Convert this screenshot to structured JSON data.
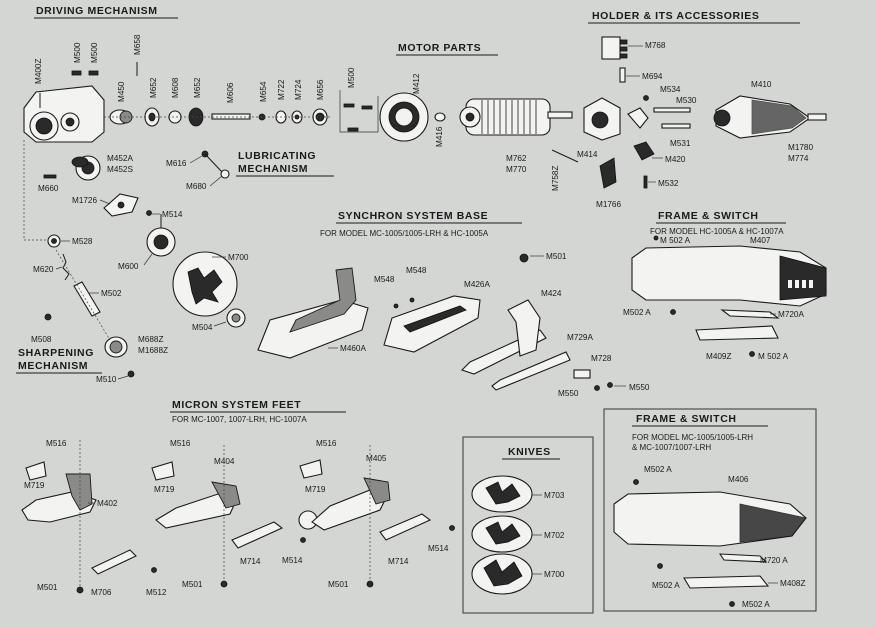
{
  "sections": {
    "driving_mechanism": "DRIVING MECHANISM",
    "motor_parts": "MOTOR PARTS",
    "holder_accessories": "HOLDER & ITS ACCESSORIES",
    "lubricating_1": "LUBRICATING",
    "lubricating_2": "MECHANISM",
    "sharpening_1": "SHARPENING",
    "sharpening_2": "MECHANISM",
    "synchron_base": "SYNCHRON SYSTEM BASE",
    "synchron_sub": "FOR MODEL MC-1005/1005-LRH & HC-1005A",
    "frame_switch_1": "FRAME & SWITCH",
    "frame_switch_1_sub": "FOR MODEL HC-1005A & HC-1007A",
    "micron_feet": "MICRON SYSTEM FEET",
    "micron_sub": "FOR MC-1007, 1007-LRH, HC-1007A",
    "knives": "KNIVES",
    "frame_switch_2": "FRAME & SWITCH",
    "frame_switch_2_sub1": "FOR MODEL MC-1005/1005-LRH",
    "frame_switch_2_sub2": "& MC-1007/1007-LRH"
  },
  "labels": {
    "M400Z": "M400Z",
    "M500a": "M500",
    "M500b": "M500",
    "M658": "M658",
    "M450": "M450",
    "M652a": "M652",
    "M608": "M608",
    "M652b": "M652",
    "M606": "M606",
    "M654": "M654",
    "M722": "M722",
    "M724": "M724",
    "M656": "M656",
    "M500c": "M500",
    "M412": "M412",
    "M416": "M416",
    "M762": "M762",
    "M770": "M770",
    "M758Z": "M758Z",
    "M414": "M414",
    "M768": "M768",
    "M694": "M694",
    "M534": "M534",
    "M530": "M530",
    "M410": "M410",
    "M531": "M531",
    "M420": "M420",
    "M532": "M532",
    "M1766": "M1766",
    "M1780": "M1780",
    "M774": "M774",
    "M616": "M616",
    "M680": "M680",
    "M452A": "M452A",
    "M452S": "M452S",
    "M660": "M660",
    "M1726": "M1726",
    "M514a": "M514",
    "M528": "M528",
    "M600": "M600",
    "M700a": "M700",
    "M620": "M620",
    "M502": "M502",
    "M508": "M508",
    "M504": "M504",
    "M688Z": "M688Z",
    "M1688Z": "M1688Z",
    "M510": "M510",
    "M548a": "M548",
    "M548b": "M548",
    "M426A": "M426A",
    "M424": "M424",
    "M501a": "M501",
    "M460A": "M460A",
    "M729A": "M729A",
    "M728": "M728",
    "M550a": "M550",
    "M550b": "M550",
    "M502Aa": "M 502 A",
    "M407": "M407",
    "M502Ab": "M502 A",
    "M720Aa": "M720A",
    "M409Z": "M409Z",
    "M502Ac": "M 502 A",
    "M516a": "M516",
    "M719a": "M719",
    "M402": "M402",
    "M501b": "M501",
    "M706": "M706",
    "M512": "M512",
    "M516b": "M516",
    "M404": "M404",
    "M719b": "M719",
    "M714a": "M714",
    "M514b": "M514",
    "M501c": "M501",
    "M516c": "M516",
    "M405": "M405",
    "M719c": "M719",
    "M714b": "M714",
    "M514c": "M514",
    "M501d": "M501",
    "M703": "M703",
    "M702": "M702",
    "M700b": "M700",
    "M502Ad": "M502 A",
    "M406": "M406",
    "M720Ab": "M720 A",
    "M502Ae": "M502 A",
    "M408Z": "M408Z",
    "M502Af": "M502 A"
  }
}
